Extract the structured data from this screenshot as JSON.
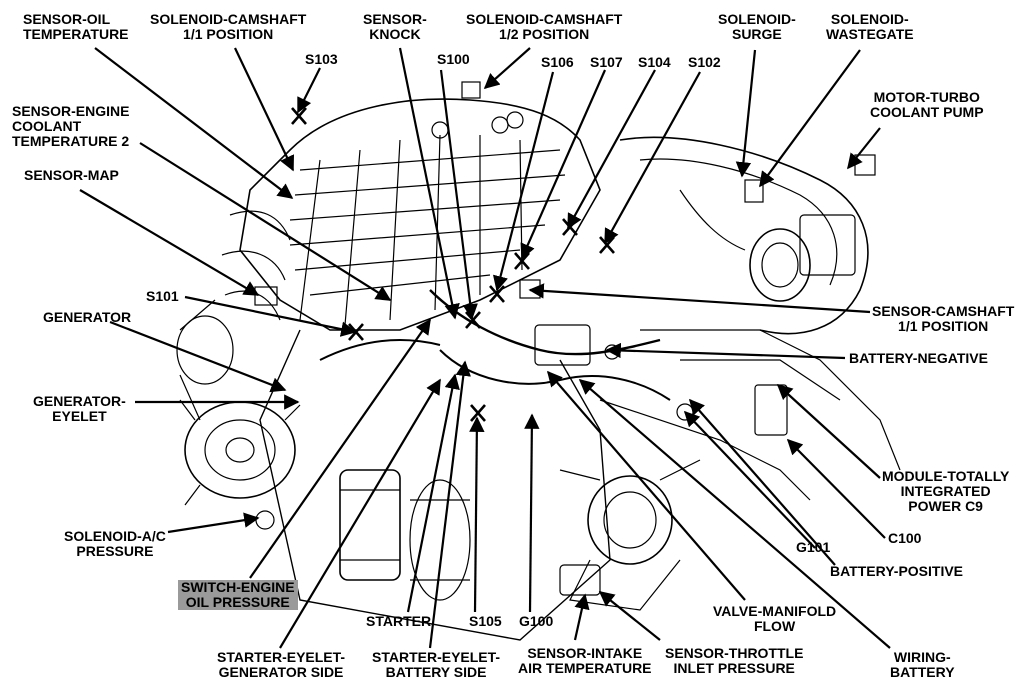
{
  "diagram": {
    "labels": {
      "sensor_oil_temperature": [
        "SENSOR-OIL",
        "TEMPERATURE"
      ],
      "solenoid_camshaft_11": [
        "SOLENOID-CAMSHAFT",
        "1/1 POSITION"
      ],
      "sensor_knock": [
        "SENSOR-",
        "KNOCK"
      ],
      "solenoid_camshaft_12": [
        "SOLENOID-CAMSHAFT",
        "1/2 POSITION"
      ],
      "solenoid_surge": [
        "SOLENOID-",
        "SURGE"
      ],
      "solenoid_wastegate": [
        "SOLENOID-",
        "WASTEGATE"
      ],
      "s103": "S103",
      "s100": "S100",
      "s106": "S106",
      "s107": "S107",
      "s104": "S104",
      "s102": "S102",
      "motor_turbo": [
        "MOTOR-TURBO",
        "COOLANT PUMP"
      ],
      "sensor_ect2": [
        "SENSOR-ENGINE",
        "COOLANT",
        "TEMPERATURE 2"
      ],
      "sensor_map": "SENSOR-MAP",
      "s101": "S101",
      "generator": "GENERATOR",
      "sensor_camshaft_11": [
        "SENSOR-CAMSHAFT",
        "1/1 POSITION"
      ],
      "battery_negative": "BATTERY-NEGATIVE",
      "generator_eyelet": [
        "GENERATOR-",
        "EYELET"
      ],
      "module_tipm": [
        "MODULE-TOTALLY",
        "INTEGRATED",
        "POWER C9"
      ],
      "solenoid_ac": [
        "SOLENOID-A/C",
        "PRESSURE"
      ],
      "c100": "C100",
      "g101": "G101",
      "battery_positive": "BATTERY-POSITIVE",
      "switch_oil_pressure": [
        "SWITCH-ENGINE",
        "OIL PRESSURE"
      ],
      "valve_manifold": [
        "VALVE-MANIFOLD",
        "FLOW"
      ],
      "starter": "STARTER",
      "s105": "S105",
      "g100": "G100",
      "starter_eyelet_gen": [
        "STARTER-EYELET-",
        "GENERATOR SIDE"
      ],
      "starter_eyelet_bat": [
        "STARTER-EYELET-",
        "BATTERY SIDE"
      ],
      "sensor_iat": [
        "SENSOR-INTAKE",
        "AIR TEMPERATURE"
      ],
      "sensor_tip": [
        "SENSOR-THROTTLE",
        "INLET PRESSURE"
      ],
      "wiring_battery": [
        "WIRING-",
        "BATTERY"
      ]
    },
    "colors": {
      "ink": "#000000",
      "paper": "#ffffff",
      "highlight": "#9a9a9a"
    }
  }
}
